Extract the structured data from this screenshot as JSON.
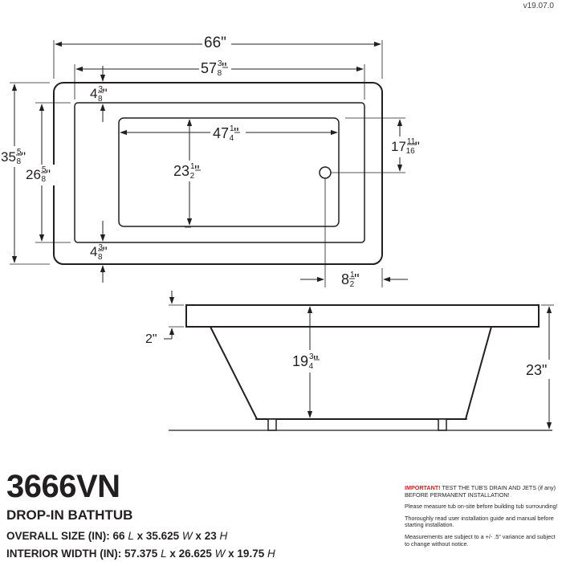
{
  "version": "v19.07.0",
  "model": "3666VN",
  "product_type": "DROP-IN BATHTUB",
  "overall_size": {
    "label": "OVERALL SIZE (IN):",
    "l_value": "66",
    "l_unit": "L",
    "w_value": "35.625",
    "w_unit": "W",
    "h_value": "23",
    "h_unit": "H"
  },
  "interior": {
    "label": "INTERIOR WIDTH (IN):",
    "l_value": "57.375",
    "l_unit": "L",
    "w_value": "26.625",
    "w_unit": "W",
    "h_value": "19.75",
    "h_unit": "H"
  },
  "notes": {
    "important_label": "IMPORTANT!",
    "important_text": " TEST THE TUB'S DRAIN AND JETS (if any) BEFORE PERMANENT INSTALLATION!",
    "note1": "Please measure tub on-site before building tub surrounding!",
    "note2": "Thoroughly read user installation guide and manual before starting installation.",
    "note3": "Measurements are subject to a +/- .5\" variance and subject to change without notice."
  },
  "dimensions": {
    "overall_length": "66\"",
    "rim_length": {
      "whole": "57",
      "num": "3",
      "den": "8",
      "suffix": "\""
    },
    "top_border": {
      "whole": "4",
      "num": "3",
      "den": "8",
      "suffix": "\""
    },
    "bottom_border": {
      "whole": "4",
      "num": "3",
      "den": "8",
      "suffix": "\""
    },
    "basin_length": {
      "whole": "47",
      "num": "1",
      "den": "4",
      "suffix": "\""
    },
    "basin_width": {
      "whole": "23",
      "num": "1",
      "den": "2",
      "suffix": "\""
    },
    "overall_width": {
      "whole": "35",
      "num": "5",
      "den": "8",
      "suffix": "\""
    },
    "rim_width": {
      "whole": "26",
      "num": "5",
      "den": "8",
      "suffix": "\""
    },
    "drain_from_top": {
      "whole": "17",
      "num": "11",
      "den": "16",
      "suffix": "\""
    },
    "drain_from_end": {
      "whole": "8",
      "num": "1",
      "den": "2",
      "suffix": "\""
    },
    "rim_height": "2\"",
    "interior_depth": {
      "whole": "19",
      "num": "3",
      "den": "4",
      "suffix": "\""
    },
    "overall_height": "23\""
  }
}
